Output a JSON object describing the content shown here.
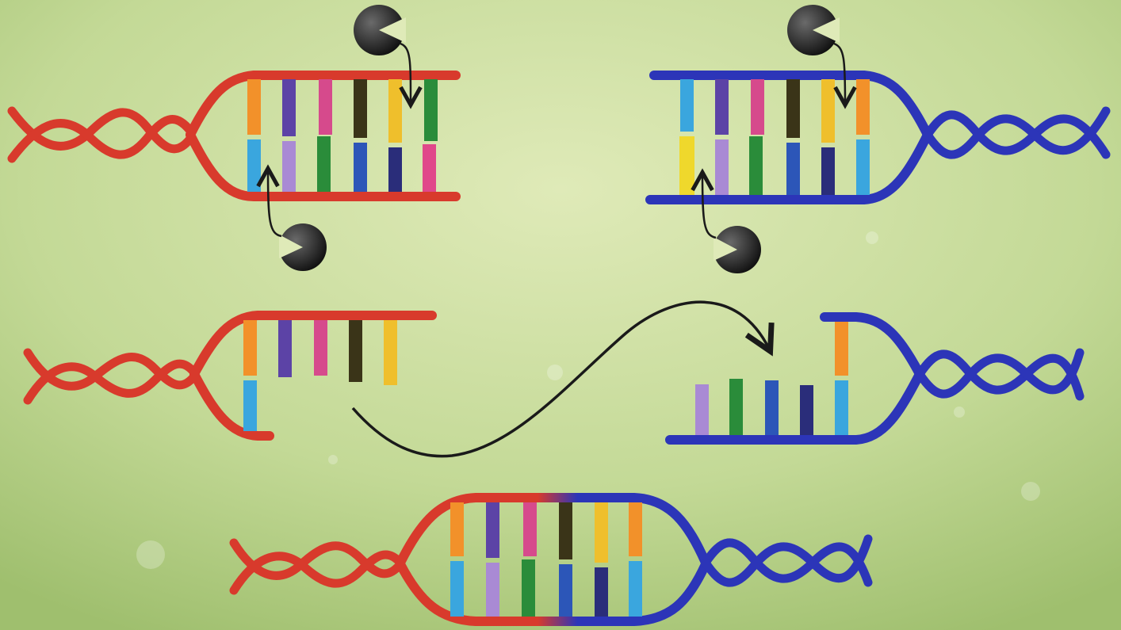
{
  "diagram": {
    "kind": "dna-restriction-and-recombination",
    "text_labels": [],
    "colors": {
      "background_light": "#dfeab8",
      "background_mid": "#c3d996",
      "background_dark": "#9fbf6e",
      "red_strand": "#d83a2c",
      "red_strand_dark": "#b42a22",
      "blue_strand": "#2c35b8",
      "blue_strand_dark": "#1f2690",
      "enzyme": "#2a2a2a",
      "arrow": "#1a1a1a",
      "base_orange": "#f2912a",
      "base_purple": "#5c43a6",
      "base_pink": "#d64a8c",
      "base_olive": "#3a3418",
      "base_yellow": "#efbf2c",
      "base_green": "#2a8c3a",
      "base_sky": "#3aa6de",
      "base_lilac": "#a98ad4",
      "base_navy": "#2a2d7a",
      "base_blue": "#2c56b8",
      "base_magenta": "#e0488a"
    },
    "panels": [
      {
        "id": "red-dna-cut",
        "strand_color": "red",
        "state": "enzymes-cutting"
      },
      {
        "id": "blue-dna-cut",
        "strand_color": "blue",
        "state": "enzymes-cutting"
      },
      {
        "id": "red-sticky-end",
        "strand_color": "red",
        "state": "sticky-end"
      },
      {
        "id": "blue-sticky-end",
        "strand_color": "blue",
        "state": "sticky-end"
      },
      {
        "id": "recombinant-dna",
        "strand_color": "red+blue",
        "state": "joined"
      }
    ],
    "transfer_arrow": {
      "from": "red-sticky-end",
      "to": "blue-sticky-end"
    },
    "enzymes": [
      {
        "id": "enzyme-red-top",
        "icon": "restriction-enzyme-icon"
      },
      {
        "id": "enzyme-red-bottom",
        "icon": "restriction-enzyme-icon"
      },
      {
        "id": "enzyme-blue-top",
        "icon": "restriction-enzyme-icon"
      },
      {
        "id": "enzyme-blue-bottom",
        "icon": "restriction-enzyme-icon"
      }
    ]
  }
}
